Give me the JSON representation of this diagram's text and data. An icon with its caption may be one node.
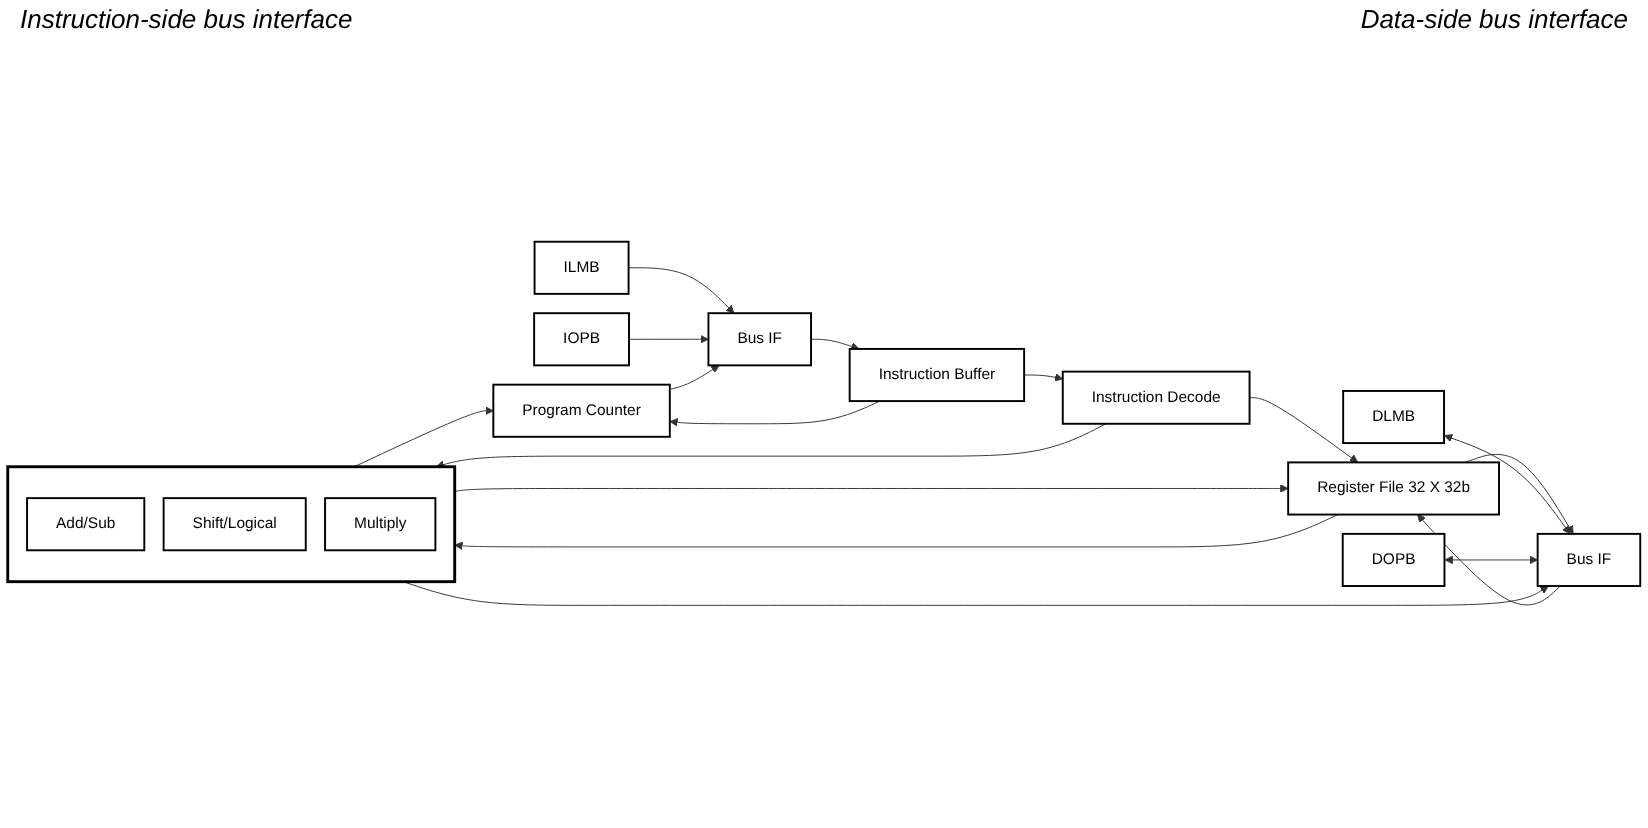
{
  "diagram": {
    "nodes": [
      {
        "text": [
          "ILMB"
        ]
      },
      {
        "text": [
          "IOPB"
        ]
      },
      {
        "text": [
          "Bus IF"
        ]
      },
      {
        "text": [
          "Program Counter"
        ]
      },
      {
        "text": [
          "Instruction Buffer"
        ]
      },
      {
        "text": [
          "Instruction Decode"
        ]
      },
      {
        "text": [],
        "shape": "box"
      },
      {
        "text": [
          "Add/Sub"
        ],
        "in": 6
      },
      {
        "text": [
          "Shift/Logical"
        ],
        "in": 6
      },
      {
        "text": [
          "Multiply"
        ],
        "in": 6
      },
      {
        "text": [
          "Register File 32 X 32b"
        ]
      },
      {
        "text": [
          "Bus IF"
        ]
      },
      {
        "text": [
          "DLMB"
        ]
      },
      {
        "text": [
          "DOPB"
        ]
      }
    ],
    "edges": [
      {
        "from": 0,
        "to": 2,
        "arrow": "to"
      },
      {
        "from": 1,
        "to": 2,
        "arrow": "to"
      },
      {
        "from": 3,
        "to": 2,
        "arrow": "to"
      },
      {
        "from": 2,
        "to": 4,
        "arrow": "to"
      },
      {
        "from": 4,
        "to": 3,
        "arrow": "to"
      },
      {
        "from": 4,
        "to": 5,
        "arrow": "to"
      },
      {
        "from": 6,
        "to": 3,
        "arrow": "to"
      },
      {
        "from": 5,
        "to": 6,
        "arrow": "to"
      },
      {
        "from": 5,
        "to": 10,
        "arrow": "to"
      },
      {
        "from": 10,
        "to": 6,
        "arrow": "to"
      },
      {
        "from": 6,
        "to": 10,
        "arrow": "to"
      },
      {
        "from": 6,
        "to": 11,
        "arrow": "to"
      },
      {
        "from": 11,
        "to": 10,
        "arrow": "to"
      },
      {
        "from": 10,
        "to": 11,
        "arrow": "to"
      },
      {
        "from": 12,
        "to": 11,
        "arrow": "both"
      },
      {
        "from": 13,
        "to": 11,
        "arrow": "both"
      }
    ],
    "labels": [
      "Instruction-side bus interface",
      "Data-side bus interface"
    ]
  }
}
